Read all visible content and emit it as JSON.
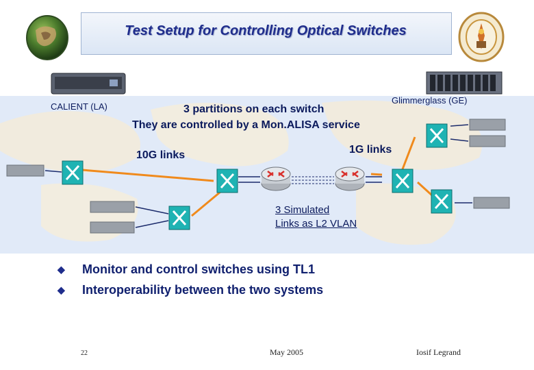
{
  "slide": {
    "title": "Test Setup for Controlling  Optical Switches",
    "page_number": "22",
    "date": "May   2005",
    "author": "Iosif Legrand"
  },
  "diagram": {
    "calient_label": "CALIENT  (LA)",
    "glimmerglass_label": "Glimmerglass  (GE)",
    "partitions_line1": "3 partitions on each switch",
    "partitions_line2": "They are controlled by a Mon.ALISA service",
    "links_10g": "10G links",
    "links_1g": "1G links",
    "simulated_line1": "3 Simulated",
    "simulated_line2": "Links as L2 VLAN"
  },
  "bullets": [
    "Monitor and control switches using TL1",
    "Interoperability between the two systems"
  ],
  "colors": {
    "title": "#1f2d8c",
    "link_orange": "#f08a1c",
    "switch_teal": "#1fb3b3",
    "router_red": "#d9302b"
  },
  "icons": [
    "globe-logo-icon",
    "caltech-seal-icon",
    "optical-switch-icon",
    "router-icon",
    "server-rack-icon",
    "bullet-icon"
  ]
}
